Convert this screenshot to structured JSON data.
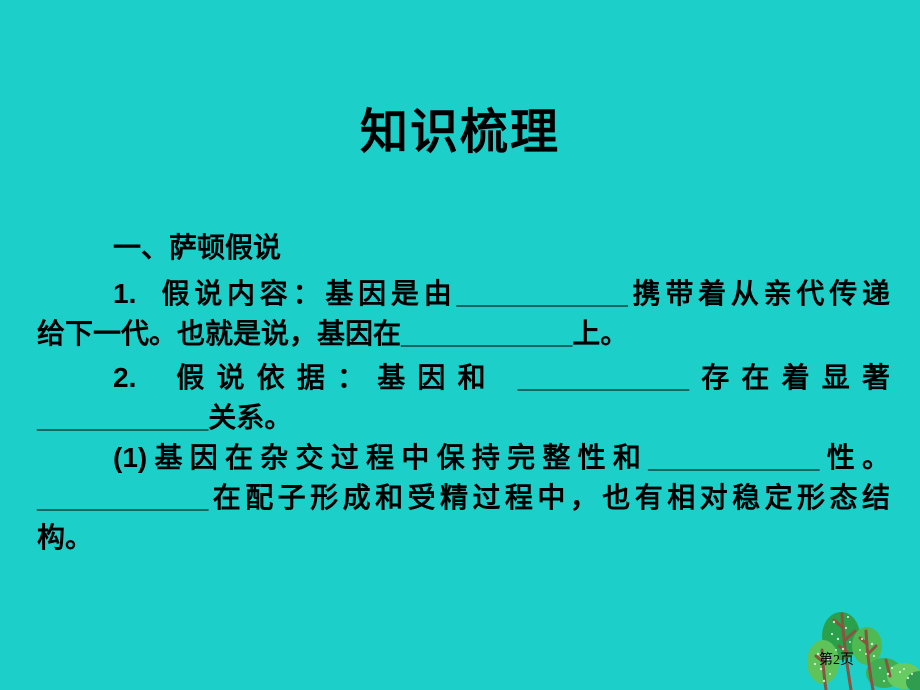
{
  "slide": {
    "background_color": "#1dcfc9",
    "title": "知识梳理",
    "page_badge": "第2页",
    "text_color": "#000000",
    "body_lines": [
      {
        "text": "一、萨顿假说",
        "indent": true,
        "justify": false,
        "space_before": 0
      },
      {
        "text": "1.  假说内容：基因是由___________携带着从亲代传递",
        "indent": true,
        "justify": true,
        "space_before": 6
      },
      {
        "text": "给下一代。也就是说，基因在___________上。",
        "indent": false,
        "justify": false,
        "space_before": 0
      },
      {
        "text": "2.  假说依据：基因和 ___________存在着显著",
        "indent": true,
        "justify": true,
        "space_before": 4
      },
      {
        "text": "___________关系。",
        "indent": false,
        "justify": false,
        "space_before": 0
      },
      {
        "text": "(1)基因在杂交过程中保持完整性和___________性。",
        "indent": true,
        "justify": true,
        "space_before": 0
      },
      {
        "text": "___________在配子形成和受精过程中，也有相对稳定形态结",
        "indent": false,
        "justify": true,
        "space_before": 0
      },
      {
        "text": "构。",
        "indent": false,
        "justify": false,
        "space_before": 0
      }
    ],
    "decoration": {
      "name": "trees",
      "colors": {
        "crown_dark": "#2aa04b",
        "crown_mid": "#4fba52",
        "crown_light": "#5ec45a",
        "mound_mid": "#3fae52",
        "mound_light": "#66cb60",
        "mound_corner": "#2f9d4d",
        "trunk": "#8a5540",
        "speckle": "#ffffff"
      }
    }
  }
}
